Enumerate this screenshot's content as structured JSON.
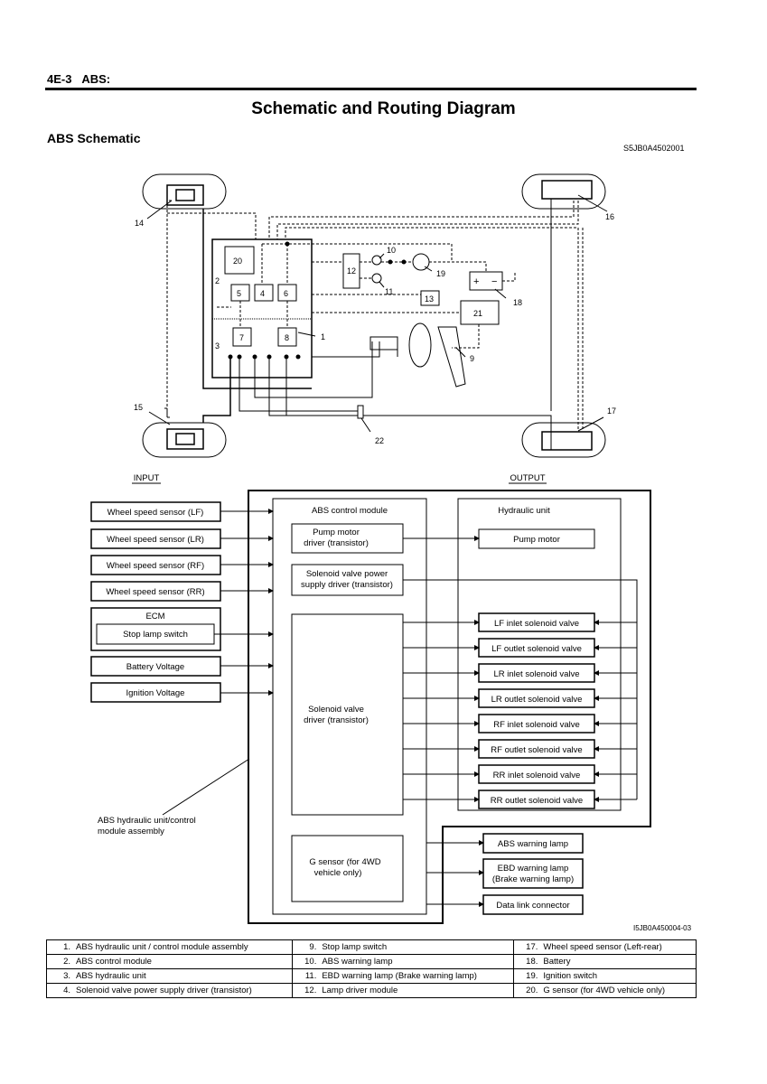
{
  "header": {
    "section": "4E-3",
    "topic": "ABS:"
  },
  "title": "Schematic and Routing Diagram",
  "subtitle": "ABS Schematic",
  "image_code_top": "S5JB0A4502001",
  "image_code_bottom": "I5JB0A450004-03",
  "schematic_numbers": [
    "1",
    "2",
    "3",
    "4",
    "5",
    "6",
    "7",
    "8",
    "9",
    "10",
    "11",
    "12",
    "13",
    "14",
    "15",
    "16",
    "17",
    "18",
    "19",
    "20",
    "21",
    "22"
  ],
  "battery": {
    "plus": "+",
    "minus": "−"
  },
  "block": {
    "input_label": "INPUT",
    "output_label": "OUTPUT",
    "inputs": [
      "Wheel speed sensor (LF)",
      "Wheel speed sensor (LR)",
      "Wheel speed sensor (RF)",
      "Wheel speed sensor (RR)"
    ],
    "ecm": "ECM",
    "stop_lamp_switch": "Stop lamp switch",
    "battery_voltage": "Battery Voltage",
    "ignition_voltage": "Ignition Voltage",
    "control_module": "ABS control module",
    "pump_driver_l1": "Pump motor",
    "pump_driver_l2": "driver (transistor)",
    "solenoid_power_l1": "Solenoid valve power",
    "solenoid_power_l2": "supply driver (transistor)",
    "solenoid_driver_l1": "Solenoid valve",
    "solenoid_driver_l2": "driver (transistor)",
    "g_sensor_l1": "G sensor (for 4WD",
    "g_sensor_l2": "vehicle only)",
    "hydraulic_unit": "Hydraulic unit",
    "pump_motor": "Pump motor",
    "valves": [
      "LF inlet solenoid valve",
      "LF outlet solenoid valve",
      "LR inlet solenoid valve",
      "LR outlet solenoid valve",
      "RF inlet solenoid valve",
      "RF outlet solenoid valve",
      "RR inlet solenoid valve",
      "RR outlet solenoid valve"
    ],
    "abs_warning_lamp": "ABS warning lamp",
    "ebd_l1": "EBD warning lamp",
    "ebd_l2": "(Brake warning lamp)",
    "dlc": "Data link connector",
    "assembly_l1": "ABS hydraulic unit/control",
    "assembly_l2": "module assembly"
  },
  "legend": [
    [
      {
        "n": "1.",
        "t": "ABS hydraulic unit / control module assembly"
      },
      {
        "n": "9.",
        "t": "Stop lamp switch"
      },
      {
        "n": "17.",
        "t": "Wheel speed sensor (Left-rear)"
      }
    ],
    [
      {
        "n": "2.",
        "t": "ABS control module"
      },
      {
        "n": "10.",
        "t": "ABS warning lamp"
      },
      {
        "n": "18.",
        "t": "Battery"
      }
    ],
    [
      {
        "n": "3.",
        "t": "ABS hydraulic unit"
      },
      {
        "n": "11.",
        "t": "EBD warning lamp (Brake warning lamp)"
      },
      {
        "n": "19.",
        "t": "Ignition switch"
      }
    ],
    [
      {
        "n": "4.",
        "t": "Solenoid valve power supply driver (transistor)"
      },
      {
        "n": "12.",
        "t": "Lamp driver module"
      },
      {
        "n": "20.",
        "t": "G sensor (for 4WD vehicle only)"
      }
    ]
  ]
}
